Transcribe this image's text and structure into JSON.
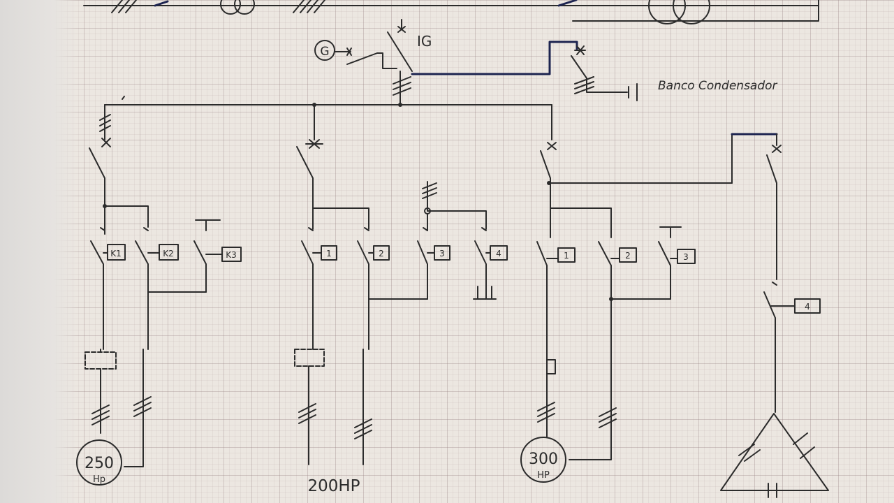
{
  "diagram": {
    "generator_label": "G",
    "main_breaker_label": "IG",
    "capacitor_bank_label": "Banco Condensador",
    "motor_250": {
      "rating": "250",
      "unit": "Hp",
      "contactors": [
        "K1",
        "K2",
        "K3"
      ]
    },
    "motor_200": {
      "caption": "200HP",
      "contactors": [
        "1",
        "2",
        "3",
        "4"
      ]
    },
    "motor_300": {
      "rating": "300",
      "unit": "HP",
      "contactors": [
        "1",
        "2",
        "3"
      ]
    },
    "delta_motor": {
      "contactor": "4"
    }
  }
}
